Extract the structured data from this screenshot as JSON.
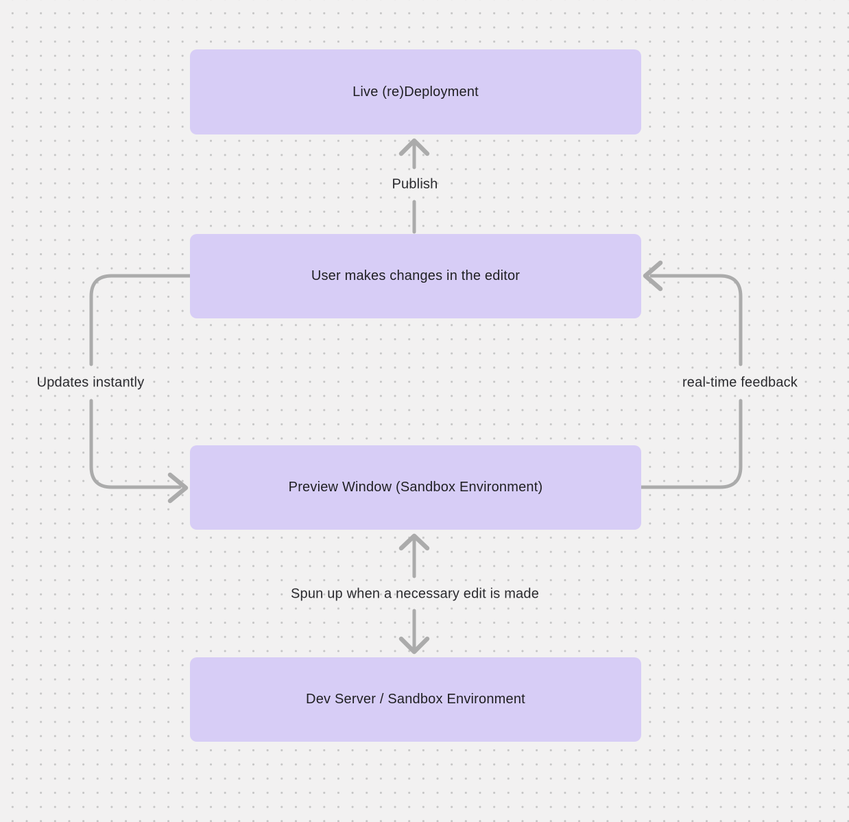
{
  "diagram": {
    "type": "flowchart",
    "nodes": [
      {
        "id": "live-redeployment",
        "label": "Live (re)Deployment"
      },
      {
        "id": "user-editor",
        "label": "User makes changes in the editor"
      },
      {
        "id": "preview-window",
        "label": "Preview Window (Sandbox Environment)"
      },
      {
        "id": "dev-server",
        "label": "Dev Server / Sandbox Environment"
      }
    ],
    "edges": [
      {
        "from": "user-editor",
        "to": "live-redeployment",
        "label": "Publish",
        "direction": "up"
      },
      {
        "from": "user-editor",
        "to": "preview-window",
        "label": "Updates instantly",
        "direction": "down-left-loop"
      },
      {
        "from": "preview-window",
        "to": "user-editor",
        "label": "real-time feedback",
        "direction": "up-right-loop"
      },
      {
        "from": "preview-window",
        "to": "dev-server",
        "label": "Spun up when a necessary edit is made",
        "direction": "bidirectional"
      }
    ],
    "colors": {
      "node_fill": "#d7cdf6",
      "node_text": "#1f1f22",
      "arrow": "#ababab",
      "label_text": "#2a2a2e",
      "background": "#f2f1f1",
      "dot": "#c6c6c6"
    }
  }
}
